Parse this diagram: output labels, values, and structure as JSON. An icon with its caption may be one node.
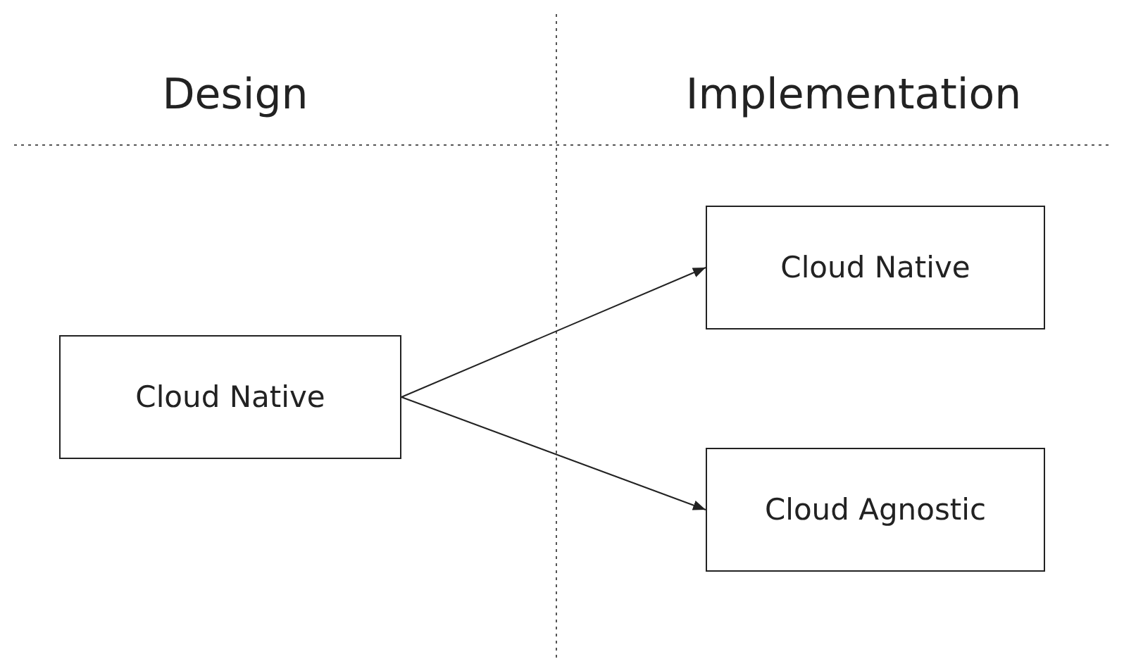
{
  "diagram": {
    "nodes": [
      {
        "text": [
          "Cloud Native"
        ]
      },
      {
        "text": [
          "Cloud Native"
        ]
      },
      {
        "text": [
          "Cloud Agnostic"
        ]
      }
    ],
    "edges": [
      {
        "from": 0,
        "to": 1,
        "arrow": "to"
      },
      {
        "from": 0,
        "to": 2,
        "arrow": "to"
      }
    ],
    "labels": [
      "Design",
      "Implementation"
    ]
  }
}
